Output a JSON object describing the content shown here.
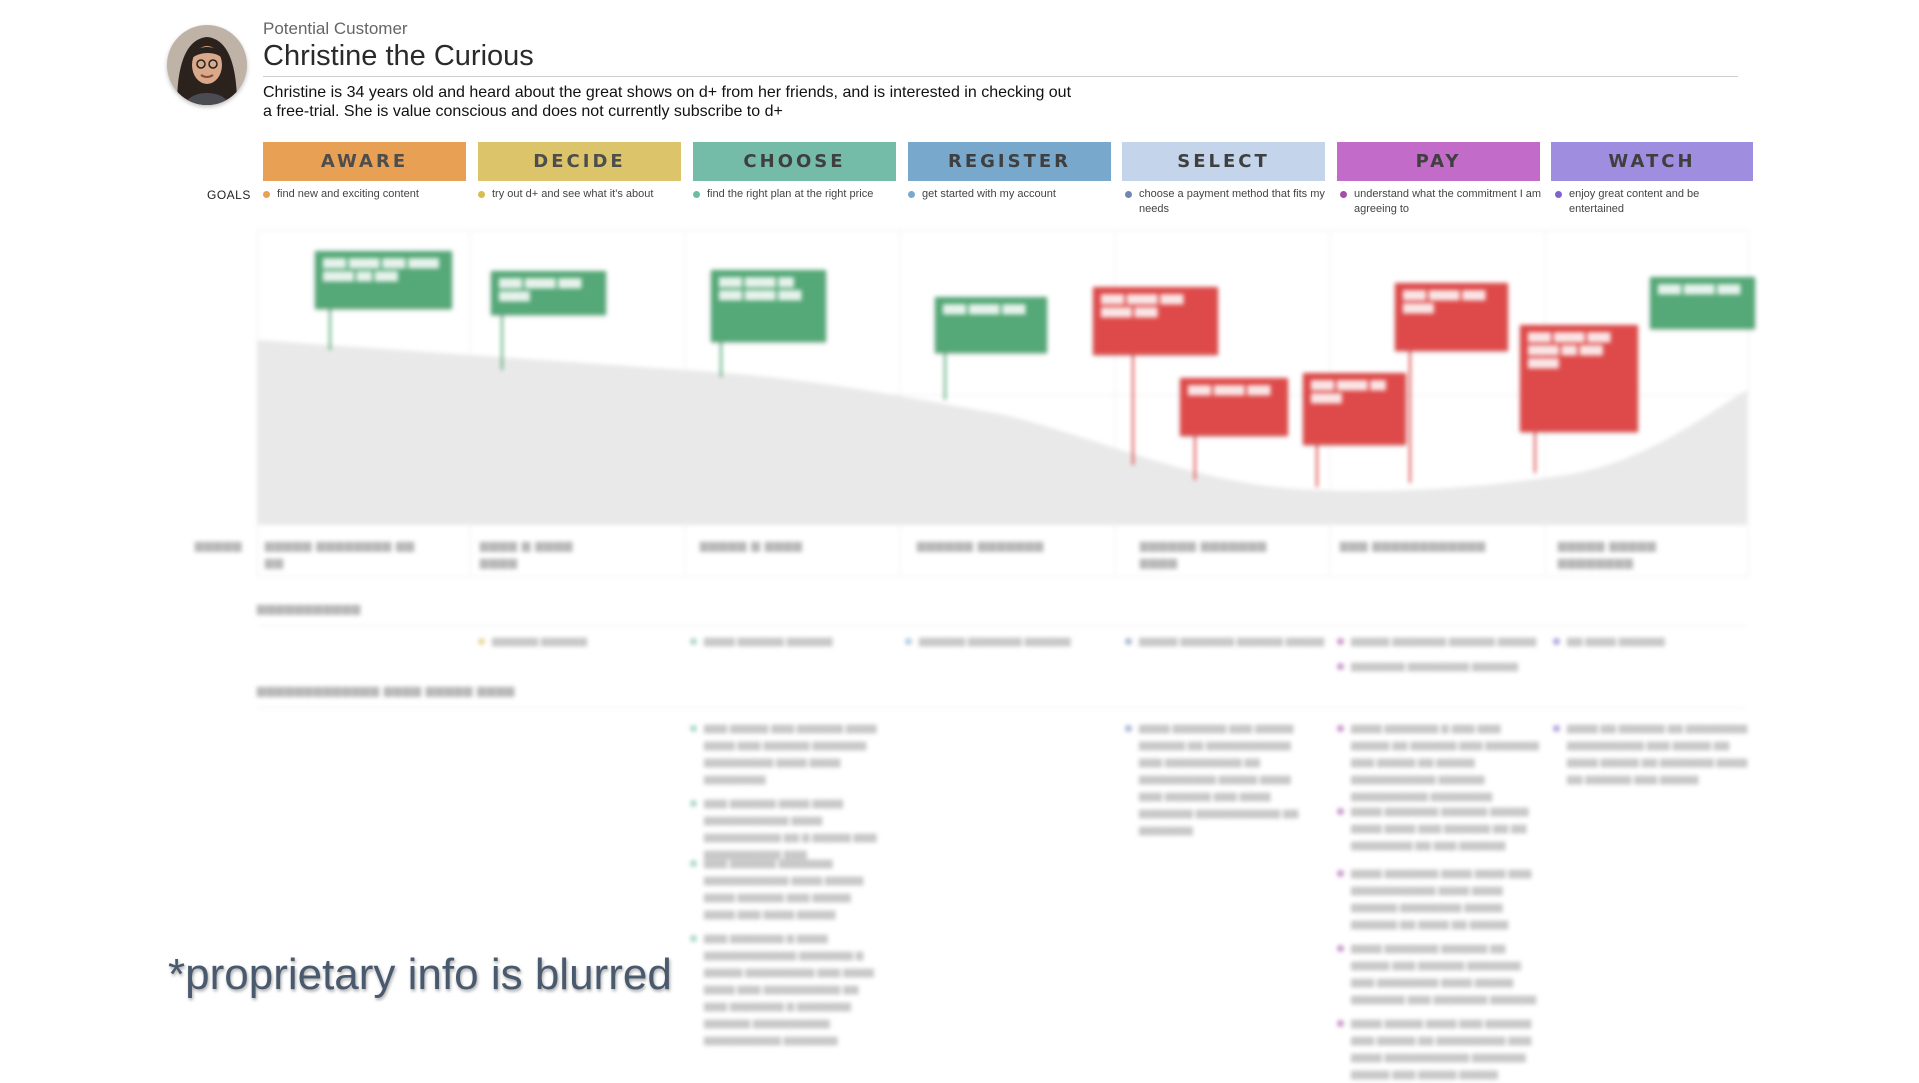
{
  "persona": {
    "label": "Potential Customer",
    "name": "Christine the Curious",
    "description": "Christine is 34 years old and heard about the great shows on d+ from her friends, and is interested in checking out a free-trial. She is value conscious and does not currently subscribe to d+"
  },
  "goals_label": "GOALS",
  "stages": [
    {
      "name": "AWARE",
      "color": "#e8a055",
      "text_color": "#4d4d4d",
      "dot": "#e8a055",
      "goal": "find new and exciting content"
    },
    {
      "name": "DECIDE",
      "color": "#dcc46a",
      "text_color": "#4d4d4d",
      "dot": "#d8bd4f",
      "goal": "try out d+ and see what it's about"
    },
    {
      "name": "CHOOSE",
      "color": "#75bca8",
      "text_color": "#3f3f3f",
      "dot": "#6fbca4",
      "goal": "find the right plan at the right price"
    },
    {
      "name": "REGISTER",
      "color": "#78a8cc",
      "text_color": "#3f3f3f",
      "dot": "#7aa9cf",
      "goal": "get started with my account"
    },
    {
      "name": "SELECT",
      "color": "#c4d4ea",
      "text_color": "#3f3f3f",
      "dot": "#6f87b3",
      "goal": "choose a payment method that fits my needs"
    },
    {
      "name": "PAY",
      "color": "#c26bc8",
      "text_color": "#3f3f3f",
      "dot": "#a44ea9",
      "goal": "understand what the commitment I am agreeing to"
    },
    {
      "name": "WATCH",
      "color": "#9f8ddf",
      "text_color": "#3f3f3f",
      "dot": "#7e64c8",
      "goal": "enjoy great content and be entertained"
    }
  ],
  "disclaimer": "*proprietary info is blurred"
}
